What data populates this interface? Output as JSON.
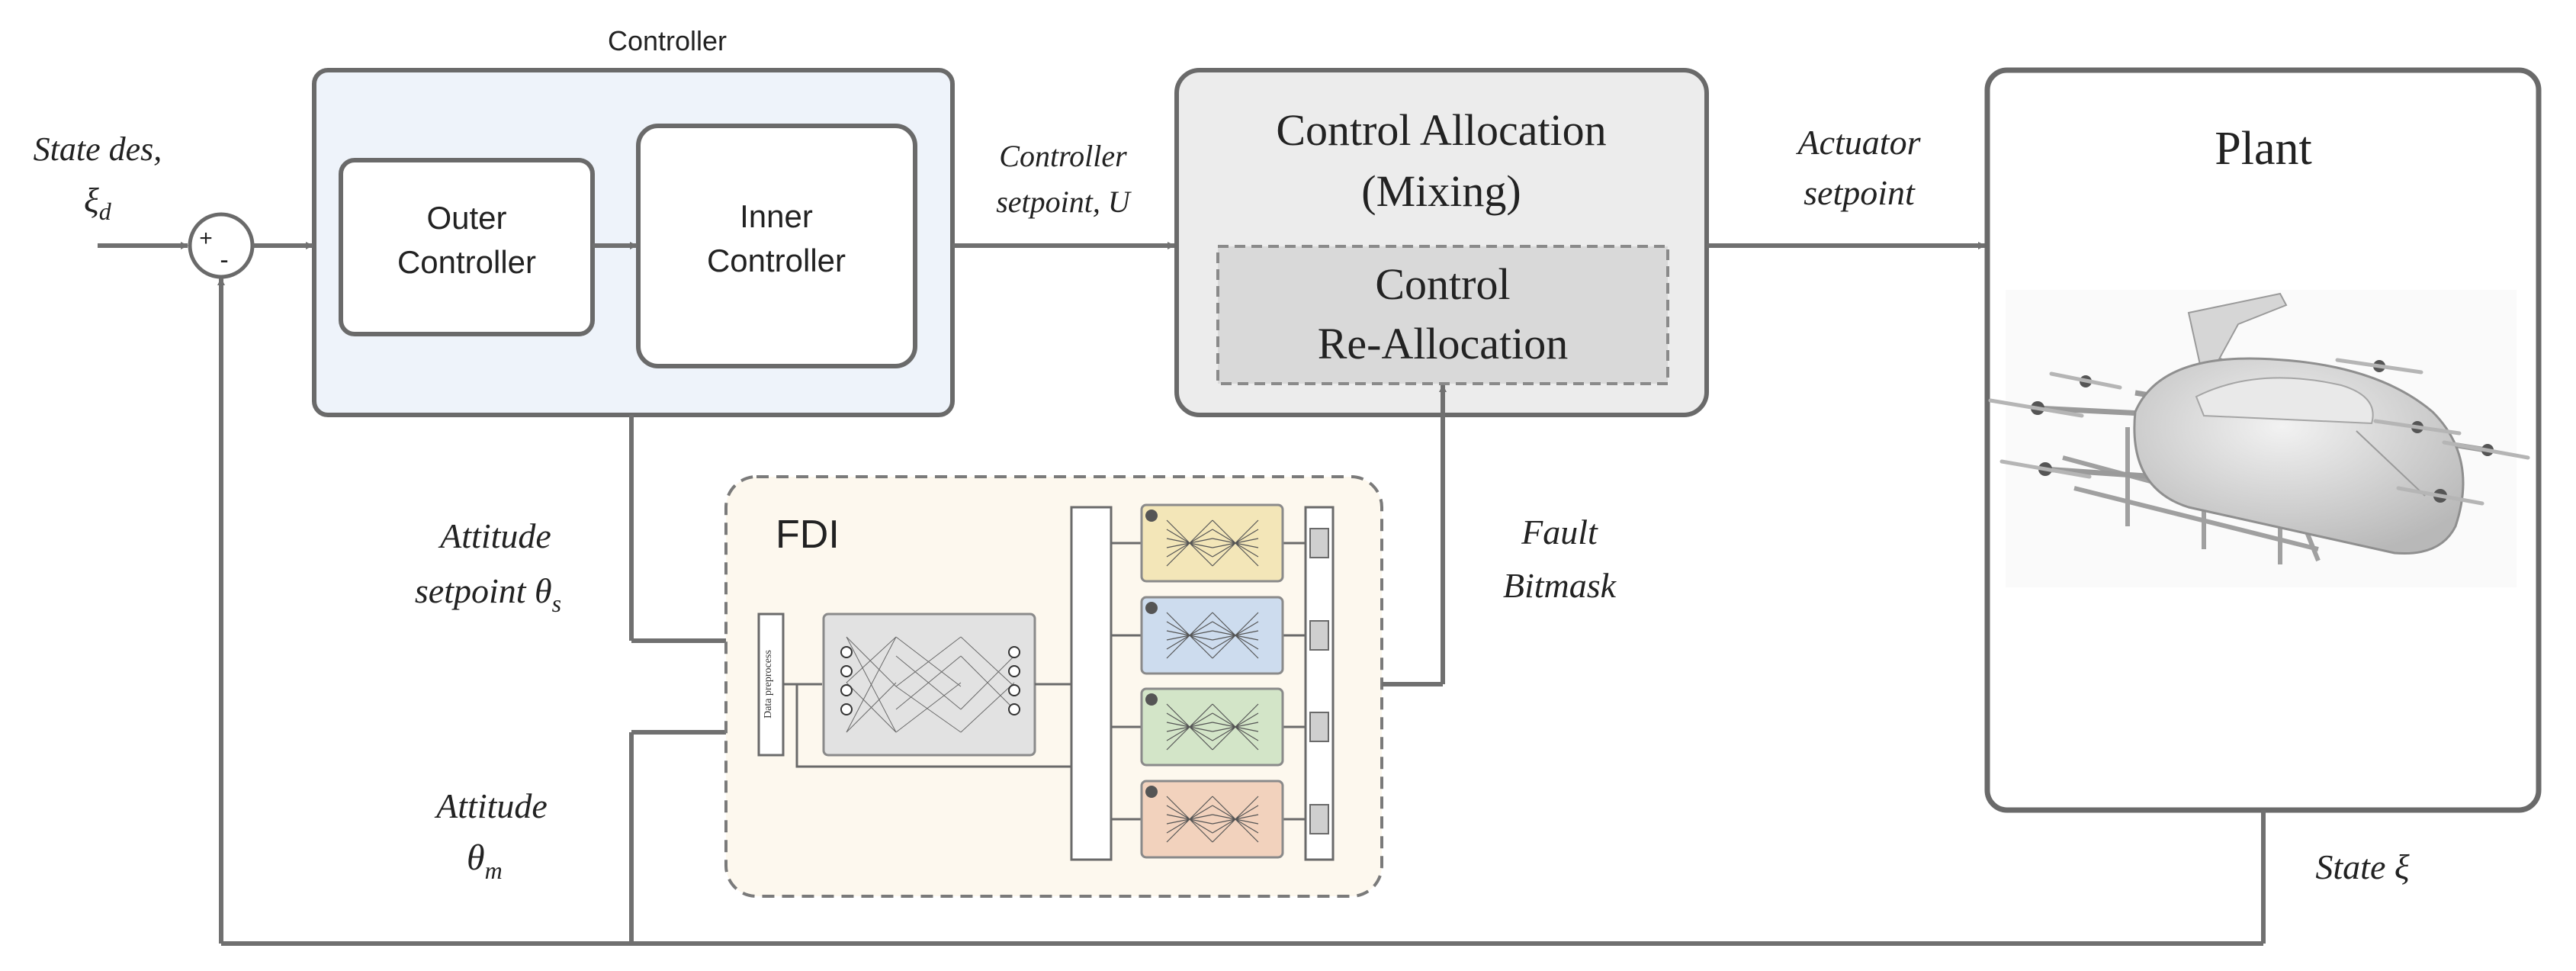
{
  "controller": {
    "title": "Controller",
    "outer_line1": "Outer",
    "outer_line2": "Controller",
    "inner_line1": "Inner",
    "inner_line2": "Controller"
  },
  "summing_junction": {
    "plus": "+",
    "minus": "-"
  },
  "inputs": {
    "state_des_line1": "State des,",
    "state_des_symbol": "ξ",
    "state_des_sub": "d"
  },
  "labels": {
    "controller_setpoint_line1": "Controller",
    "controller_setpoint_line2": "setpoint, U",
    "actuator_setpoint_line1": "Actuator",
    "actuator_setpoint_line2": "setpoint",
    "attitude_setpoint_line1": "Attitude",
    "attitude_setpoint_line2": "setpoint θ",
    "attitude_setpoint_sub": "s",
    "attitude_line1": "Attitude",
    "attitude_symbol": "θ",
    "attitude_sub": "m",
    "fault_line1": "Fault",
    "fault_line2": "Bitmask",
    "state_label": "State ξ"
  },
  "control_allocation": {
    "title_line1": "Control Allocation",
    "title_line2": "(Mixing)",
    "realloc_line1": "Control",
    "realloc_line2": "Re-Allocation"
  },
  "plant": {
    "title": "Plant",
    "image": "evtol-aircraft-render"
  },
  "fdi": {
    "title": "FDI",
    "preprocess_label": "Data preprocess",
    "head_colors": [
      "#f3e6b8",
      "#cddcee",
      "#d3e5c8",
      "#f2d2bd"
    ]
  },
  "colors": {
    "line": "#707070",
    "controller_fill": "#eef3fa",
    "allocation_fill": "#ececec",
    "realloc_fill": "#d9d9d9",
    "fdi_fill": "#fdf8ee"
  }
}
